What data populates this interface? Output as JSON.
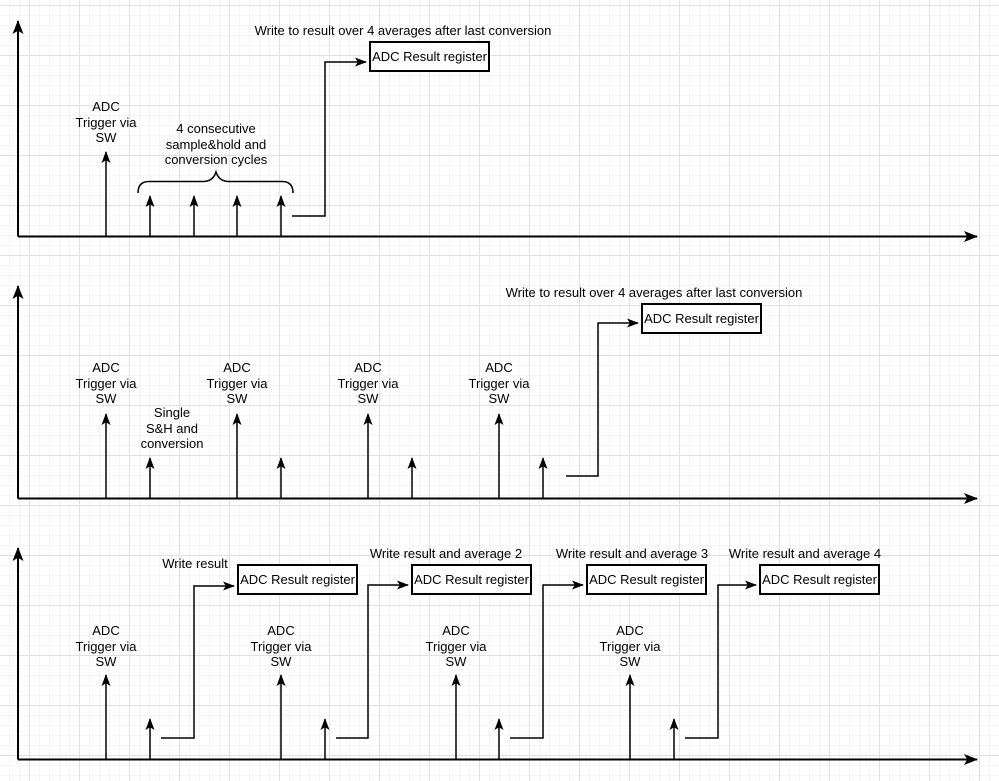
{
  "diagram": {
    "description_domain": "ADC trigger and averaging timing diagrams",
    "colors": {
      "stroke": "#000000",
      "grid_minor": "#f5f5f5",
      "grid_major": "#e1e1e1",
      "background": "#ffffff"
    },
    "top": {
      "annotation": "Write to result over 4 averages after last conversion",
      "register": "ADC Result register",
      "trigger": "ADC\nTrigger via\nSW",
      "cycles": "4 consecutive\nsample&hold and\nconversion cycles"
    },
    "middle": {
      "annotation": "Write to result over 4 averages after last conversion",
      "register": "ADC Result register",
      "triggers": [
        "ADC\nTrigger via\nSW",
        "ADC\nTrigger via\nSW",
        "ADC\nTrigger via\nSW",
        "ADC\nTrigger via\nSW"
      ],
      "single": "Single\nS&H and\nconversion"
    },
    "bottom": {
      "annotations": [
        "Write result",
        "Write result and average 2",
        "Write result and average 3",
        "Write result and average 4"
      ],
      "registers": [
        "ADC Result register",
        "ADC Result register",
        "ADC Result register",
        "ADC Result register"
      ],
      "triggers": [
        "ADC\nTrigger via\nSW",
        "ADC\nTrigger via\nSW",
        "ADC\nTrigger via\nSW",
        "ADC\nTrigger via\nSW"
      ]
    }
  }
}
